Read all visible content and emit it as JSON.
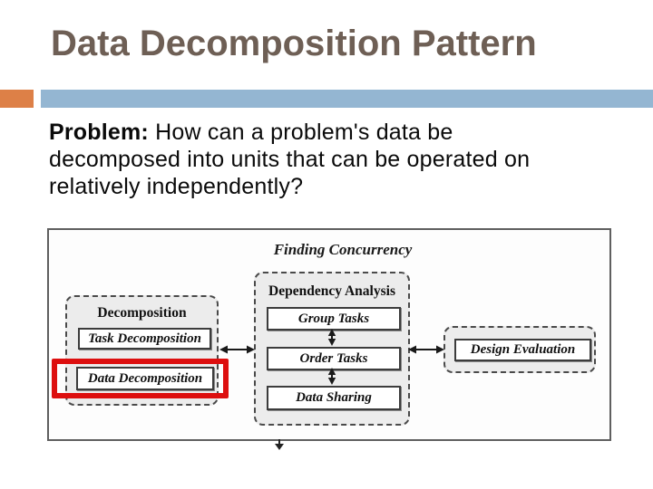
{
  "slide": {
    "title": "Data Decomposition Pattern",
    "body": {
      "problem_label": "Problem:",
      "line1_rest": " How can a problem's data be",
      "line2": "decomposed into units that can be operated on",
      "line3": "relatively independently?"
    },
    "colors": {
      "title_brown": "#6e5f55",
      "accent_orange": "#dd8047",
      "accent_blue": "#94b6d2",
      "highlight_red": "#dd0f0f"
    }
  },
  "figure": {
    "title": "Finding Concurrency",
    "groups": {
      "decomposition": {
        "label": "Decomposition",
        "boxes": [
          "Task Decomposition",
          "Data Decomposition"
        ]
      },
      "dependency_analysis": {
        "label": "Dependency Analysis",
        "boxes": [
          "Group Tasks",
          "Order Tasks",
          "Data Sharing"
        ]
      },
      "design_evaluation": {
        "box": "Design Evaluation"
      }
    },
    "highlighted_box": "Data Decomposition"
  }
}
